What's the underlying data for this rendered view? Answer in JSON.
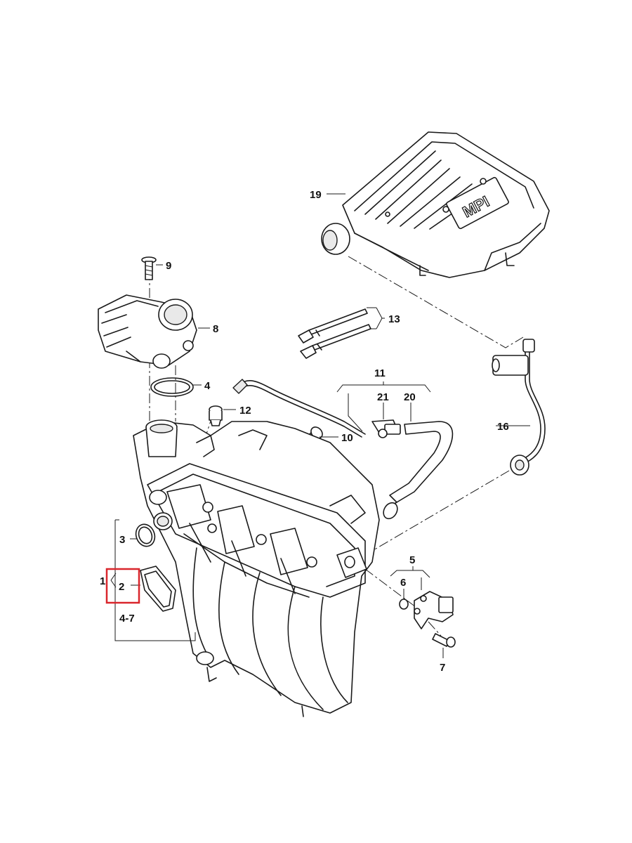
{
  "diagram": {
    "callouts": {
      "c1": "1",
      "c2": "2",
      "c3": "3",
      "c4": "4",
      "c4_7": "4-7",
      "c5": "5",
      "c6": "6",
      "c7": "7",
      "c8": "8",
      "c9": "9",
      "c10": "10",
      "c11": "11",
      "c12": "12",
      "c13": "13",
      "c16": "16",
      "c19": "19",
      "c20": "20",
      "c21": "21"
    },
    "cover_logo": "MPI",
    "colors": {
      "line": "#1a1a1a",
      "highlight": "#d9262c",
      "background": "#ffffff"
    }
  }
}
